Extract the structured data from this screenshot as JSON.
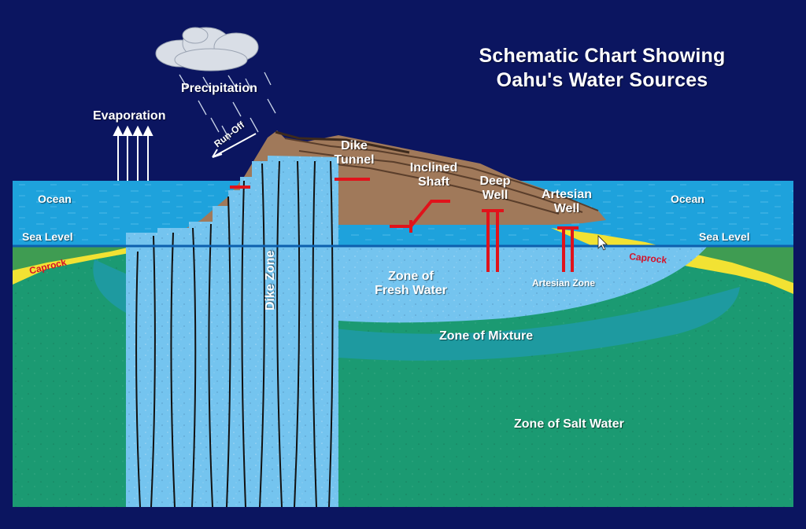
{
  "title": {
    "line1": "Schematic Chart Showing",
    "line2": "Oahu's Water Sources"
  },
  "labels": {
    "precipitation": "Precipitation",
    "evaporation": "Evaporation",
    "run_off": "Run-Off",
    "dike_tunnel_1": "Dike",
    "dike_tunnel_2": "Tunnel",
    "inclined_shaft_1": "Inclined",
    "inclined_shaft_2": "Shaft",
    "deep_well_1": "Deep",
    "deep_well_2": "Well",
    "artesian_well_1": "Artesian",
    "artesian_well_2": "Well",
    "ocean_left": "Ocean",
    "ocean_right": "Ocean",
    "sea_level_left": "Sea Level",
    "sea_level_right": "Sea Level",
    "caprock_left": "Caprock",
    "caprock_right": "Caprock",
    "dike_zone": "Dike Zone",
    "fresh_water_1": "Zone of",
    "fresh_water_2": "Fresh Water",
    "artesian_zone": "Artesian Zone",
    "zone_mixture": "Zone of Mixture",
    "zone_salt": "Zone of Salt Water"
  },
  "colors": {
    "background": "#0b1560",
    "ocean": "#1ea2dc",
    "fresh_water": "#74c4ef",
    "mixture": "#1e9aa0",
    "salt_water": "#1b9a72",
    "land_green": "#3f9c52",
    "caprock": "#f2e233",
    "rock": "#a0795a",
    "wells": "#e0131b",
    "sea_level_line": "#0d5fae"
  }
}
